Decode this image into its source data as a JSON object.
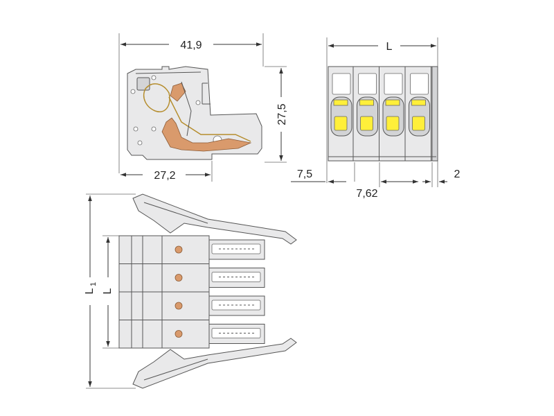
{
  "colors": {
    "line": "#333333",
    "body": "#e9e9ea",
    "body_dark": "#d3d4d6",
    "copper": "#d99a6c",
    "push_button": "#ffef3a"
  },
  "dimensions": {
    "side_view": {
      "overall_length": "41,9",
      "height": "27,5",
      "lower_length": "27,2"
    },
    "front_view": {
      "length_label": "L",
      "left_offset": "7,5",
      "pitch": "7,62",
      "right_offset": "2"
    },
    "top_view": {
      "l1_main": "L",
      "l1_sub": "1",
      "l_label": "L"
    }
  }
}
